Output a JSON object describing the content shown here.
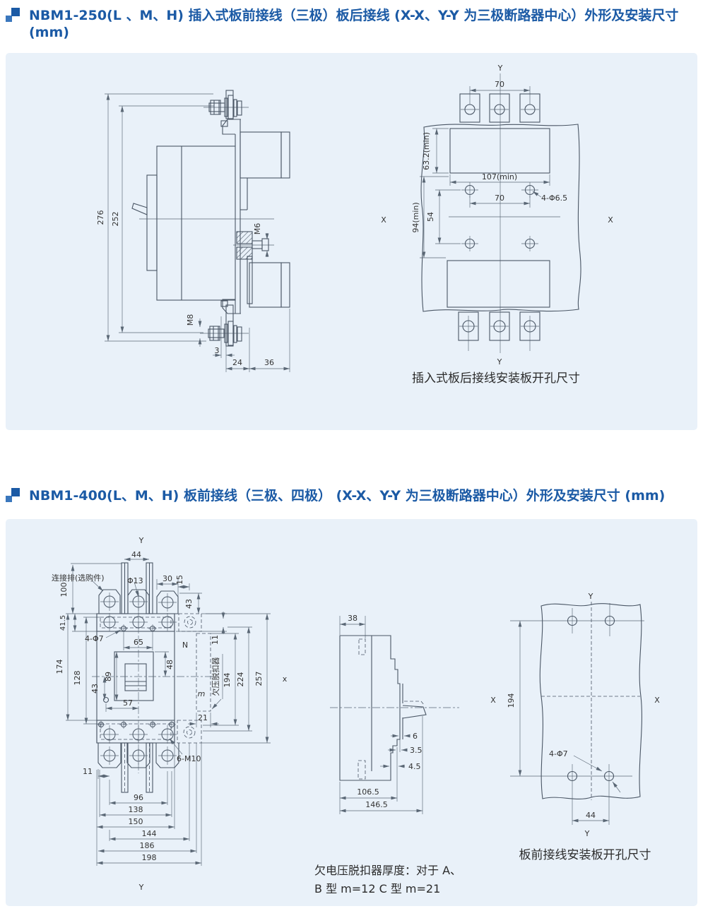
{
  "colors": {
    "accent": "#1b5aa5",
    "panel_bg": "#e9f1f9",
    "line": "#4a5665",
    "label": "#333333"
  },
  "section1": {
    "title": "NBM1-250(L 、M、H) 插入式板前接线（三极）板后接线  (X-X、Y-Y 为三极断路器中心）外形及安装尺寸 (mm)",
    "side_view": {
      "h276": "276",
      "h252": "252",
      "m6": "M6",
      "m8": "M8",
      "t3": "3",
      "w24": "24",
      "w36": "36"
    },
    "plate_view": {
      "y_top": "Y",
      "y_bottom": "Y",
      "x_left": "X",
      "x_right": "X",
      "w70_top": "70",
      "w70_mid": "70",
      "h63": "63.2(min)",
      "w107": "107(min)",
      "holes": "4-Φ6.5",
      "h94": "94(min)",
      "h54": "54"
    },
    "caption": "插入式板后接线安装板开孔尺寸"
  },
  "section2": {
    "title": "NBM1-400(L、M、H) 板前接线（三极、四极）  (X-X、Y-Y 为三极断路器中心）外形及安装尺寸 (mm)",
    "front_view": {
      "y_top": "Y",
      "y_bottom": "Y",
      "x_right": "x",
      "busbar": "连接排(选购件)",
      "w44": "44",
      "phi13": "Φ13",
      "w30": "30",
      "w15": "15",
      "h43_top": "43",
      "h100": "100",
      "h41_5": "41.5",
      "holes": "4-Φ7",
      "w65": "65",
      "n": "N",
      "h11_top": "11",
      "h89": "89",
      "h48": "48",
      "h43_mid": "43",
      "h128": "128",
      "h174": "174",
      "w57": "57",
      "m": "m",
      "w21": "21",
      "uv": "欠压脱扣器",
      "h194": "194",
      "h224": "224",
      "h257": "257",
      "w11_bot": "11",
      "w96": "96",
      "w138": "138",
      "w150": "150",
      "w144": "144",
      "w186": "186",
      "w198": "198",
      "m10": "6-M10"
    },
    "profile_view": {
      "w38": "38",
      "w6": "6",
      "w3_5": "3.5",
      "w4_5": "4.5",
      "w106_5": "106.5",
      "w146_5": "146.5"
    },
    "plate_view": {
      "y_top": "Y",
      "y_bottom": "Y",
      "x_left": "X",
      "x_right": "X",
      "h194": "194",
      "holes": "4-Φ7",
      "w44": "44"
    },
    "caption": "板前接线安装板开孔尺寸",
    "note1": "欠电压脱扣器厚度：对于 A、",
    "note2": "B 型 m=12 C 型 m=21"
  }
}
